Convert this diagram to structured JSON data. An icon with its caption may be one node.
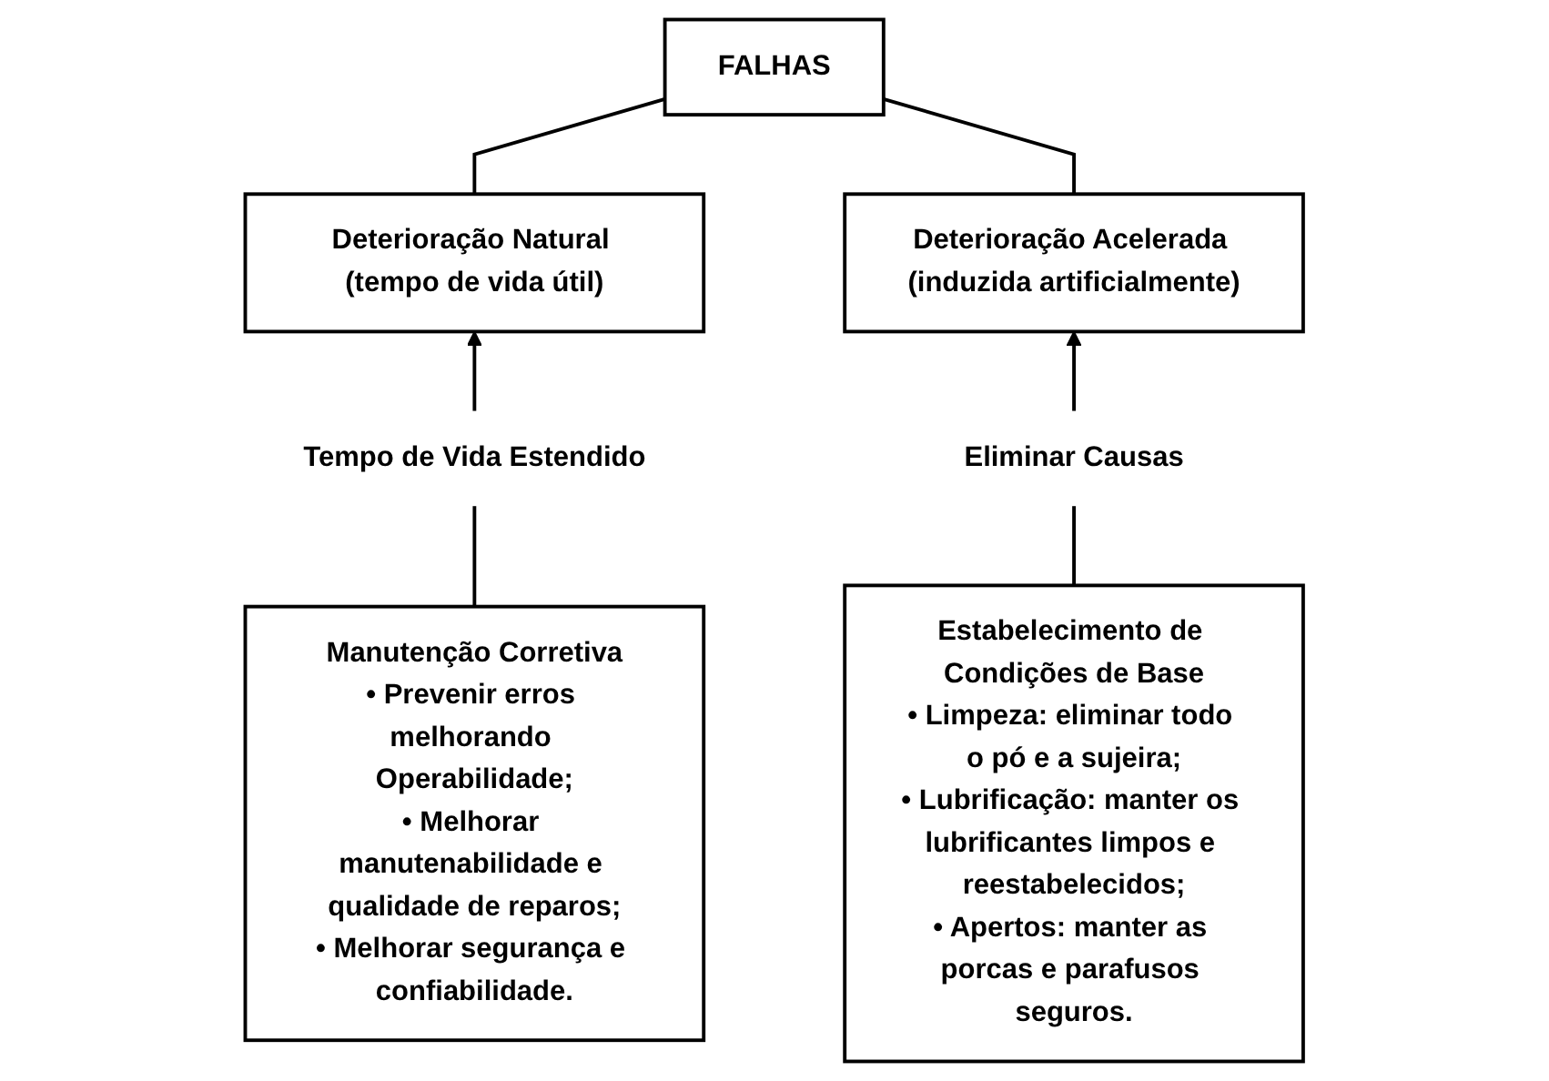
{
  "diagram": {
    "nodes": [
      {
        "text": [
          "FALHAS"
        ]
      },
      {
        "text": [
          "Deterioração Natural (tempo de vida útil)"
        ]
      },
      {
        "text": [
          "Deterioração Acelerada (induzida artificialmente)"
        ]
      },
      {
        "text": [
          "Tempo de Vida Estendido"
        ]
      },
      {
        "text": [
          "Eliminar Causas"
        ]
      },
      {
        "text": [
          "Manutenção Corretiva",
          "• Prevenir erros melhorando Operabilidade;",
          "• Melhorar manutenabilidade e qualidade de reparos;",
          "• Melhorar segurança e confiabilidade."
        ]
      },
      {
        "text": [
          "Estabelecimento de Condições de Base",
          "• Limpeza: eliminar todo o pó e a sujeira;",
          "• Lubrificação: manter os lubrificantes limpos e reestabelecidos;",
          "• Apertos: manter as porcas e parafusos seguros."
        ]
      }
    ],
    "edges": [
      {
        "from": 0,
        "to": 1,
        "arrow": "none"
      },
      {
        "from": 0,
        "to": 2,
        "arrow": "none"
      },
      {
        "from": 3,
        "to": 1,
        "arrow": "to"
      },
      {
        "from": 5,
        "to": 3,
        "arrow": "none"
      },
      {
        "from": 4,
        "to": 2,
        "arrow": "to"
      },
      {
        "from": 6,
        "to": 4,
        "arrow": "none"
      }
    ]
  }
}
